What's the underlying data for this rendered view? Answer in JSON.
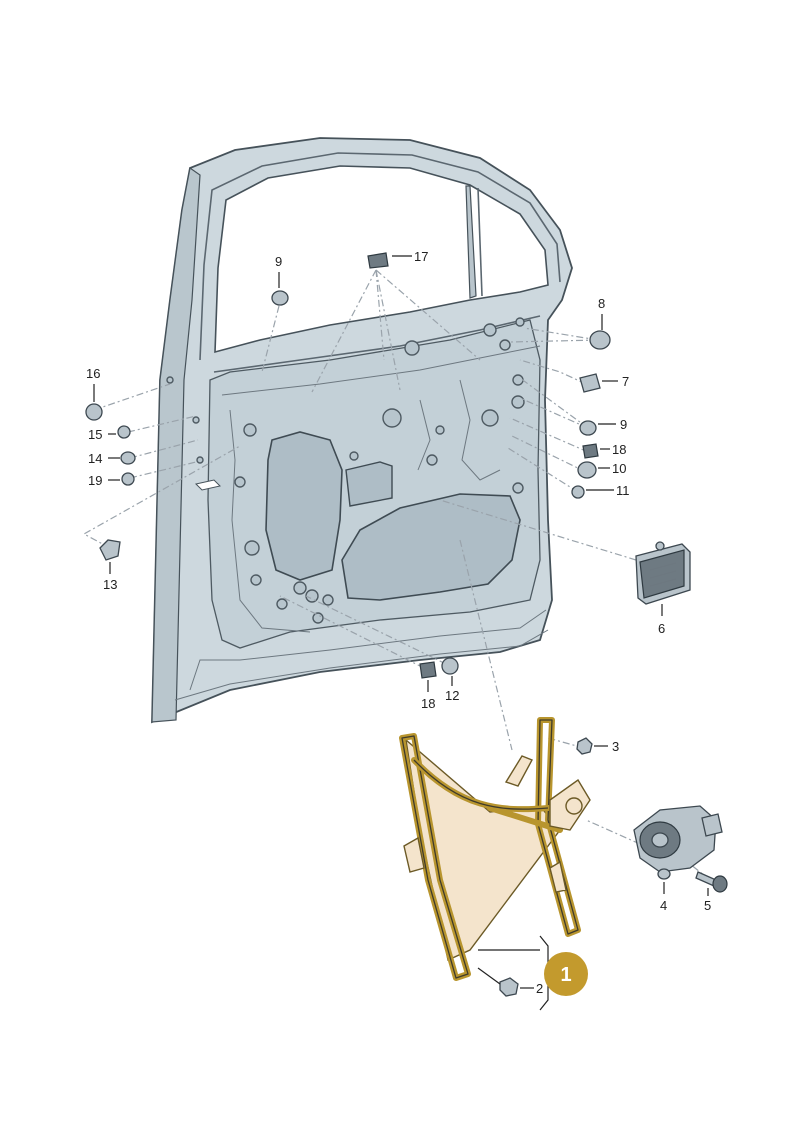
{
  "diagram": {
    "callouts": {
      "c1": "1",
      "c2": "2",
      "c3": "3",
      "c4": "4",
      "c5": "5",
      "c6": "6",
      "c7": "7",
      "c8": "8",
      "c9a": "9",
      "c9b": "9",
      "c10": "10",
      "c11": "11",
      "c12": "12",
      "c13": "13",
      "c14": "14",
      "c15": "15",
      "c16": "16",
      "c17": "17",
      "c18a": "18",
      "c18b": "18",
      "c19": "19"
    },
    "badge": "1",
    "colors": {
      "door_fill": "#cdd8de",
      "door_shade": "#b4c2ca",
      "regulator_highlight": "#c8a035",
      "badge": "#c39a2d"
    }
  }
}
